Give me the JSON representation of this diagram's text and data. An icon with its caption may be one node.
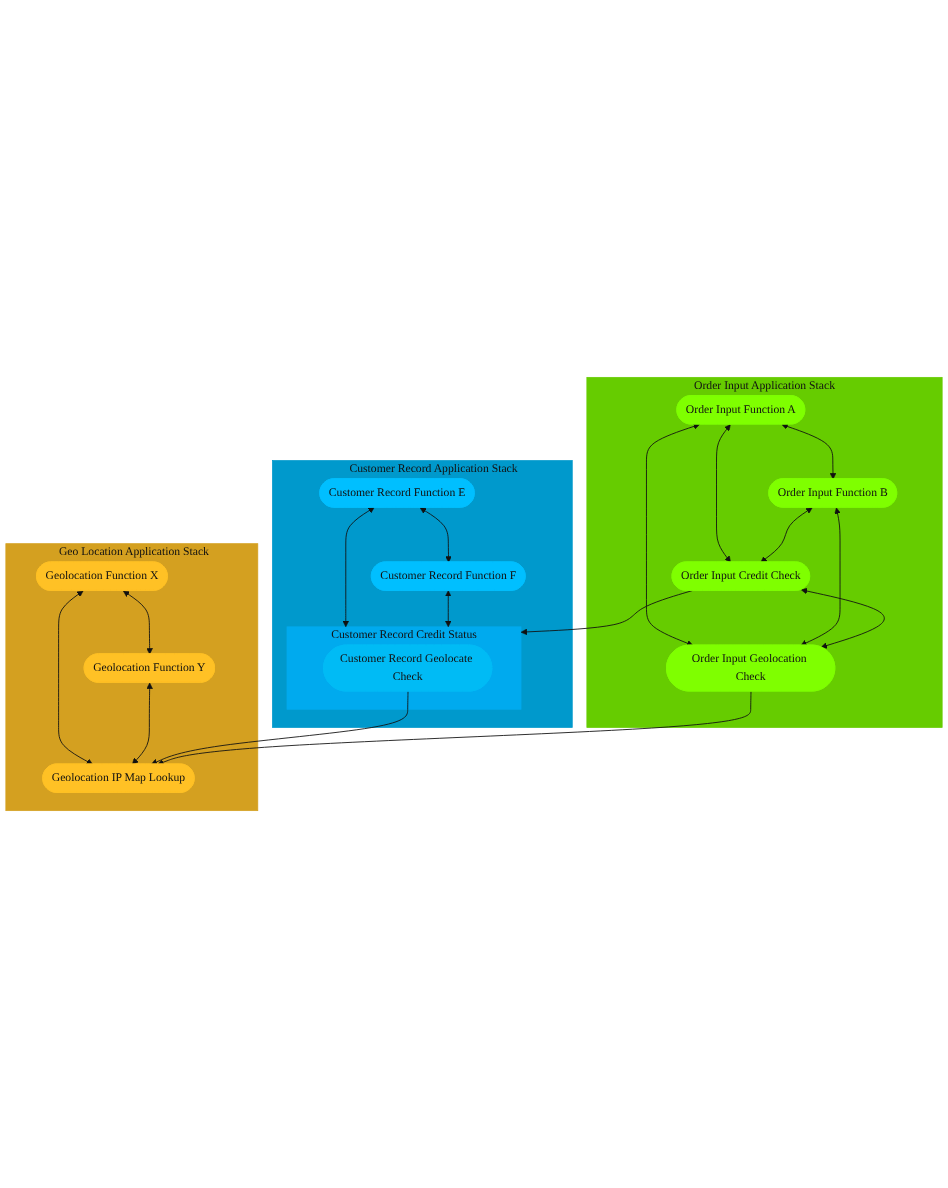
{
  "diagram": {
    "nodes": [
      {
        "text": [
          "Geo Location Application Stack"
        ]
      },
      {
        "text": [
          "Geolocation Function X"
        ],
        "in": 0
      },
      {
        "text": [
          "Geolocation Function Y"
        ],
        "in": 0
      },
      {
        "text": [
          "Geolocation IP Map Lookup"
        ],
        "in": 0
      },
      {
        "text": [
          "Customer Record Application Stack"
        ]
      },
      {
        "text": [
          "Customer Record Function E"
        ],
        "in": 4
      },
      {
        "text": [
          "Customer Record Function F"
        ],
        "in": 4
      },
      {
        "text": [
          "Customer Record Credit Status"
        ],
        "in": 4
      },
      {
        "text": [
          "Customer Record Geolocate Check"
        ],
        "in": 7
      },
      {
        "text": [
          "Order Input Application Stack"
        ]
      },
      {
        "text": [
          "Order Input Function A"
        ],
        "in": 9
      },
      {
        "text": [
          "Order Input Function B"
        ],
        "in": 9
      },
      {
        "text": [
          "Order Input Credit Check"
        ],
        "in": 9
      },
      {
        "text": [
          "Order Input Geolocation Check"
        ],
        "in": 9
      }
    ],
    "edges": [
      {
        "from": 1,
        "to": 2,
        "arrow": "both"
      },
      {
        "from": 1,
        "to": 3,
        "arrow": "both"
      },
      {
        "from": 2,
        "to": 3,
        "arrow": "both"
      },
      {
        "from": 5,
        "to": 6,
        "arrow": "both"
      },
      {
        "from": 5,
        "to": 7,
        "arrow": "both"
      },
      {
        "from": 6,
        "to": 7,
        "arrow": "both"
      },
      {
        "from": 8,
        "to": 3,
        "arrow": "to"
      },
      {
        "from": 10,
        "to": 11,
        "arrow": "both"
      },
      {
        "from": 10,
        "to": 12,
        "arrow": "both"
      },
      {
        "from": 10,
        "to": 13,
        "arrow": "both"
      },
      {
        "from": 11,
        "to": 12,
        "arrow": "both"
      },
      {
        "from": 11,
        "to": 13,
        "arrow": "both"
      },
      {
        "from": 12,
        "to": 13,
        "arrow": "both"
      },
      {
        "from": 12,
        "to": 7,
        "arrow": "to"
      },
      {
        "from": 13,
        "to": 3,
        "arrow": "to"
      }
    ]
  }
}
